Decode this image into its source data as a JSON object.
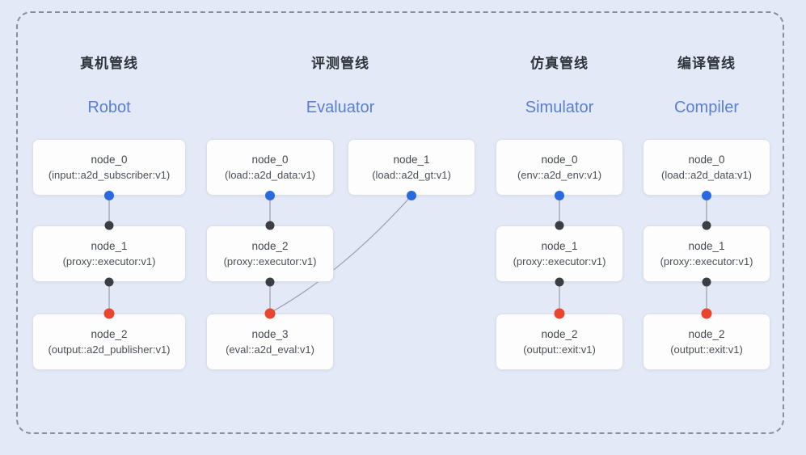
{
  "diagram": {
    "pipelines": [
      {
        "id": "robot",
        "zh_title": "真机管线",
        "en_title": "Robot",
        "nodes": [
          {
            "name": "node_0",
            "type": "(input::a2d_subscriber:v1)",
            "out_port": "blue"
          },
          {
            "name": "node_1",
            "type": "(proxy::executor:v1)",
            "in_port": "black",
            "out_port": "black"
          },
          {
            "name": "node_2",
            "type": "(output::a2d_publisher:v1)",
            "in_port": "red"
          }
        ],
        "edges": [
          [
            "node_0",
            "node_1"
          ],
          [
            "node_1",
            "node_2"
          ]
        ]
      },
      {
        "id": "evaluator",
        "zh_title": "评测管线",
        "en_title": "Evaluator",
        "nodes": [
          {
            "name": "node_0",
            "type": "(load::a2d_data:v1)",
            "out_port": "blue"
          },
          {
            "name": "node_1",
            "type": "(load::a2d_gt:v1)",
            "out_port": "blue"
          },
          {
            "name": "node_2",
            "type": "(proxy::executor:v1)",
            "in_port": "black",
            "out_port": "black"
          },
          {
            "name": "node_3",
            "type": "(eval::a2d_eval:v1)",
            "in_port": "red"
          }
        ],
        "edges": [
          [
            "node_0",
            "node_2"
          ],
          [
            "node_2",
            "node_3"
          ],
          [
            "node_1",
            "node_3"
          ]
        ]
      },
      {
        "id": "simulator",
        "zh_title": "仿真管线",
        "en_title": "Simulator",
        "nodes": [
          {
            "name": "node_0",
            "type": "(env::a2d_env:v1)",
            "out_port": "blue"
          },
          {
            "name": "node_1",
            "type": "(proxy::executor:v1)",
            "in_port": "black",
            "out_port": "black"
          },
          {
            "name": "node_2",
            "type": "(output::exit:v1)",
            "in_port": "red"
          }
        ],
        "edges": [
          [
            "node_0",
            "node_1"
          ],
          [
            "node_1",
            "node_2"
          ]
        ]
      },
      {
        "id": "compiler",
        "zh_title": "编译管线",
        "en_title": "Compiler",
        "nodes": [
          {
            "name": "node_0",
            "type": "(load::a2d_data:v1)",
            "out_port": "blue"
          },
          {
            "name": "node_1",
            "type": "(proxy::executor:v1)",
            "in_port": "black",
            "out_port": "black"
          },
          {
            "name": "node_2",
            "type": "(output::exit:v1)",
            "in_port": "red"
          }
        ],
        "edges": [
          [
            "node_0",
            "node_1"
          ],
          [
            "node_1",
            "node_2"
          ]
        ]
      }
    ],
    "colors": {
      "background": "#e3e9f7",
      "frame_dash": "#8a9099",
      "node_fill": "#fdfdfe",
      "node_border": "#dbdfe6",
      "en_title_blue": "#5a7ed2",
      "port_input_blue": "#2a6ae0",
      "port_internal_black": "#3b3e43",
      "port_output_red": "#e9452f",
      "edge_stroke": "#97a0ae"
    }
  }
}
